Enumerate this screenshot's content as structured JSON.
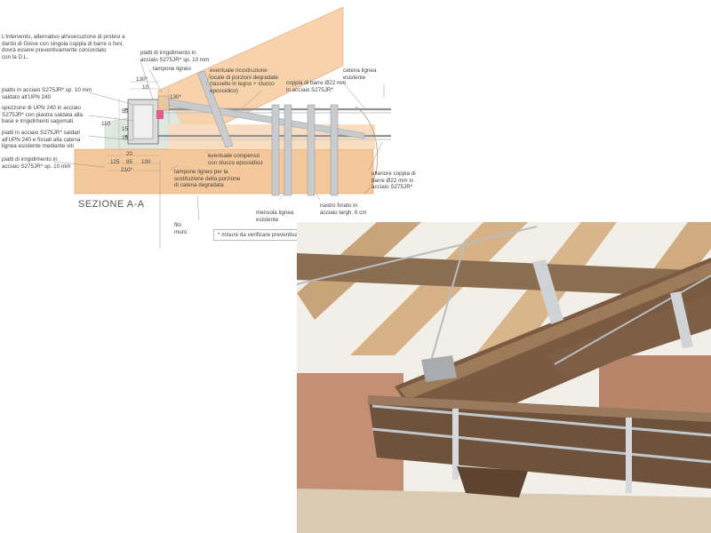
{
  "drawing": {
    "intro_note": "L'intervento, alternativo all'esecuzione di protesi a\ndardo di Giove con singola coppia di barre o funi,\ndovrà essere preventivamente concordato\ncon la D.L.",
    "section_title": "SEZIONE A-A",
    "footnote": "* misure da verificare preventivamente in sito",
    "labels": {
      "piatti_top": "piatti di irrigidimento in\nacciaio S275JR* sp. 10 mm",
      "tampone_ligneo": "tampone ligneo",
      "ricostruzione": "eventuale ricostruzione\nlocale di porzioni degradate\n(tassello in legno + stucco\nepossidico)",
      "coppia_barre": "coppia di barre Ø22 mm\nin acciaio S275JR*",
      "catena": "catena lignea\nesistente",
      "piatto_upn": "piatto in acciaio S275JR* sp. 10 mm\nsaldato all'UPN 240",
      "spezzone": "spezzone di UPN 240 in acciaio\nS275JR* con piastra saldata alla\nbase e irrigidimenti sagomati",
      "piatti_saldati": "piatti in acciaio S275JR* saldati\nall'UPN 240 e fissati alla catena\nlignea esistente mediante viti",
      "piatti_bottom": "piatti di irrigidimento in\nacciaio S275JR* sp. 10 mm",
      "compenso": "eventuale compenso\ncon stucco epossidico",
      "tampone_sost": "tampone ligneo per la\nsostituzione della porzione\ndi catena degradata",
      "ulteriore": "ulteriore coppia di\nbarre Ø22 mm in\nacciaio S275JR*",
      "mensola": "mensola lignea\nesistente",
      "nastro": "nastro forato in\nacciaio largh. 6 cm",
      "filo_muro": "filo\nmuro"
    },
    "dims": {
      "d130": "130*",
      "d10": "10",
      "d130v": "130*",
      "d50": "50",
      "d15": "15",
      "d16": "16",
      "d110": "110",
      "d20": "20",
      "d125": "125",
      "d85": "85",
      "d100": "100",
      "d210": "210*"
    }
  },
  "colors": {
    "beam_orange": "#f6cfa4",
    "beam_dark": "#e9a672",
    "green_area": "#dde7dc",
    "steel_grey": "#b9bcc0",
    "pink": "#e25b8f"
  }
}
